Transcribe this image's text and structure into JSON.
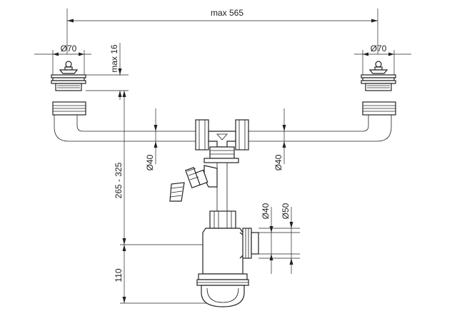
{
  "dimensions": {
    "max_width": "max 565",
    "left_outlet_diameter": "Ø70",
    "right_outlet_diameter": "Ø70",
    "overflow_height": "max 16",
    "height_range": "265 - 325",
    "left_pipe_diameter": "Ø40",
    "right_pipe_diameter": "Ø40",
    "trap_outlet_40": "Ø40",
    "trap_outlet_50": "Ø50",
    "trap_height": "110"
  }
}
